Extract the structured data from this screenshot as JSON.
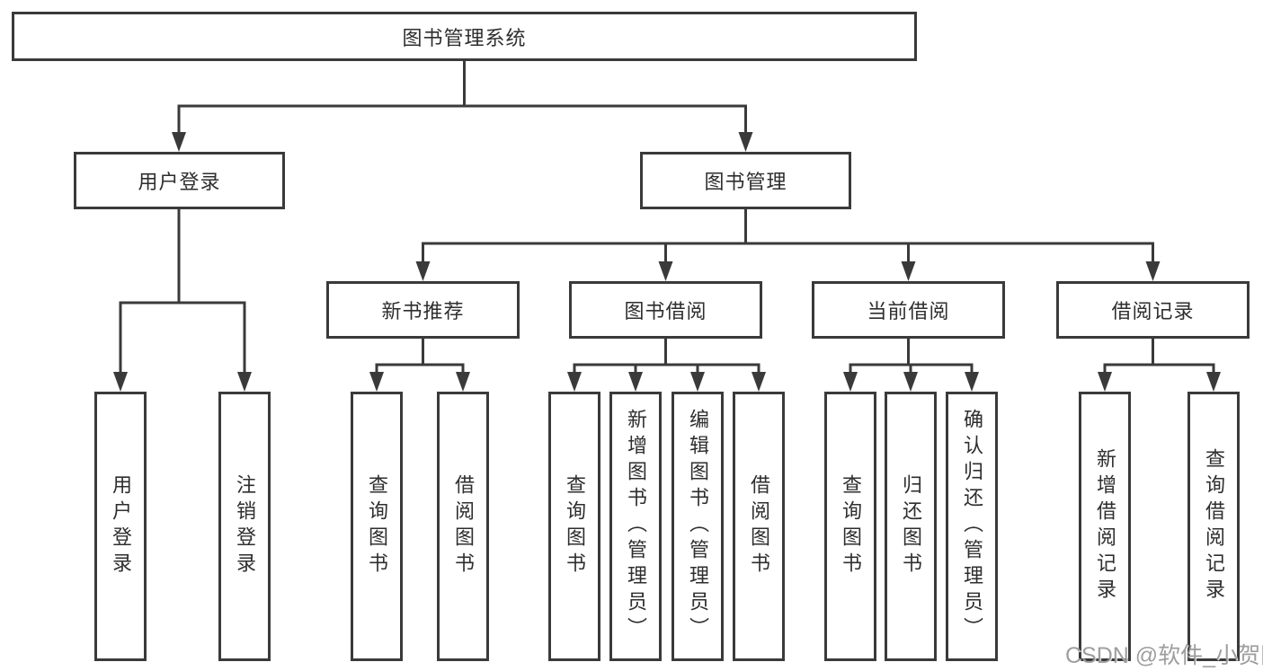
{
  "diagram": {
    "title": "图书管理系统",
    "level2": [
      {
        "label": "用户登录"
      },
      {
        "label": "图书管理"
      }
    ],
    "level3": [
      {
        "label": "新书推荐"
      },
      {
        "label": "图书借阅"
      },
      {
        "label": "当前借阅"
      },
      {
        "label": "借阅记录"
      }
    ],
    "leaves": {
      "user_login": "用户登录",
      "logout": "注销登录",
      "recommend_query_books": "查询图书",
      "recommend_borrow_books": "借阅图书",
      "borrow_query_books": "查询图书",
      "borrow_add_books_admin": "新增图书（管理员）",
      "borrow_edit_books_admin": "编辑图书（管理员）",
      "borrow_borrow_books": "借阅图书",
      "current_query_books": "查询图书",
      "current_return_books": "归还图书",
      "current_confirm_return_admin": "确认归还（管理员）",
      "records_add_record": "新增借阅记录",
      "records_query_record": "查询借阅记录"
    },
    "watermark": "CSDN @软件_小贺同学",
    "colors": {
      "line": "#3a3a3a",
      "border": "#3a3a3a",
      "text": "#2e2e2e",
      "watermark": "#949494",
      "background": "#ffffff"
    }
  }
}
